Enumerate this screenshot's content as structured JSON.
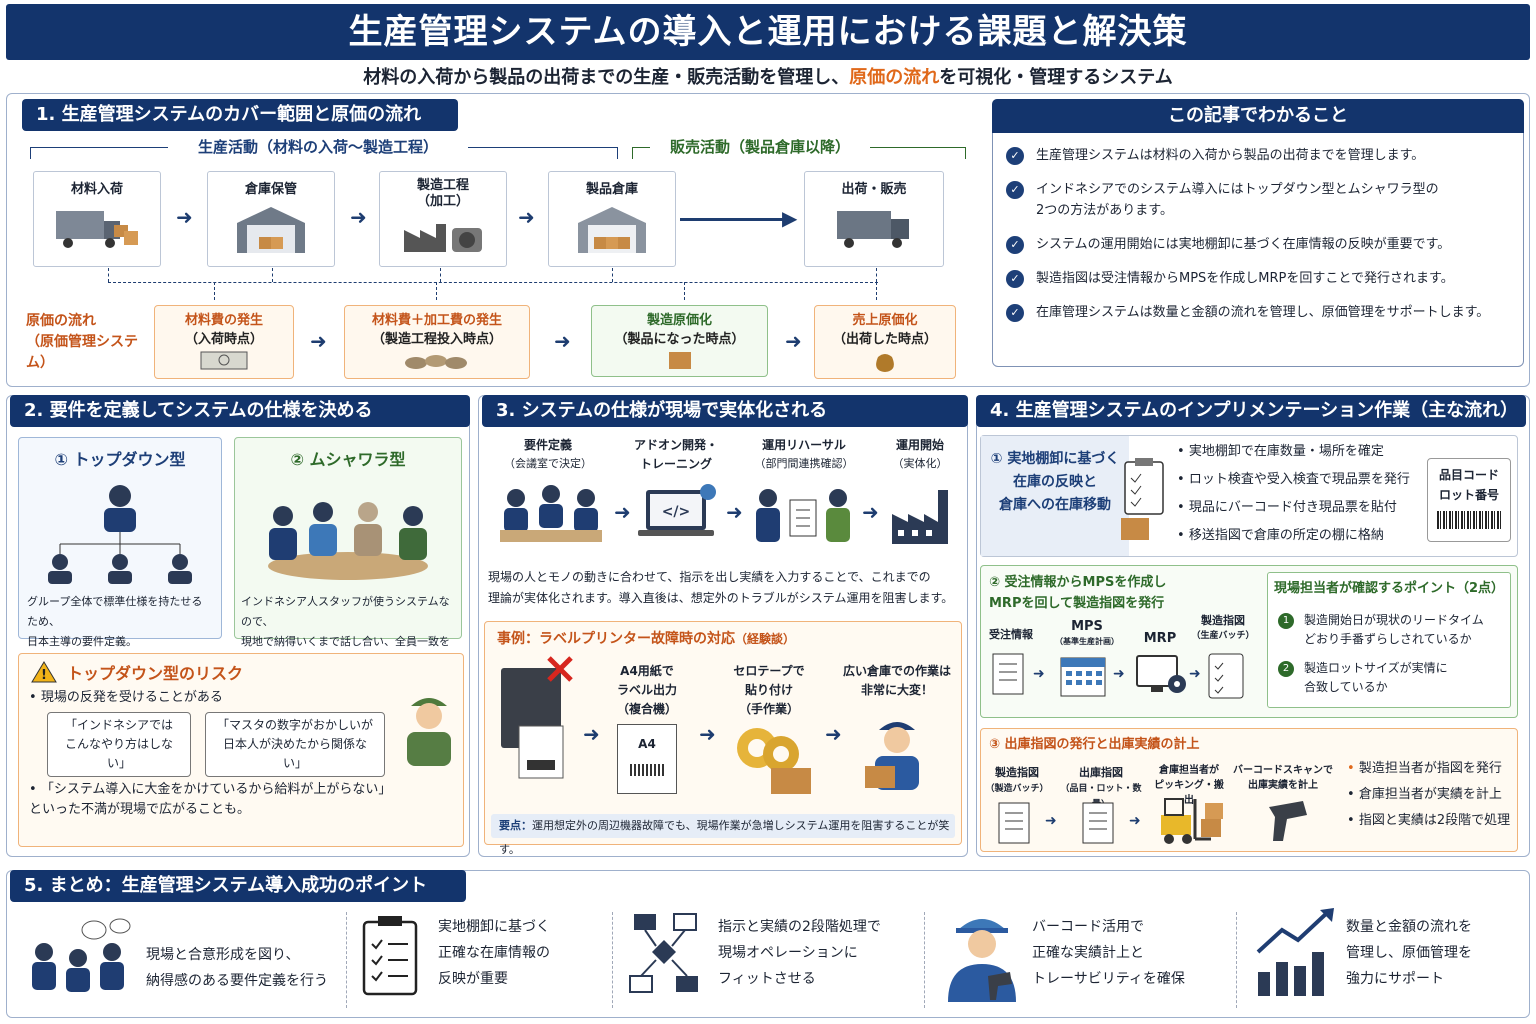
{
  "title": "生産管理システムの導入と運用における課題と解決策",
  "subtitle": {
    "pre": "材料の入荷から製品の出荷までの生産・販売活動を管理し、",
    "highlight": "原価の流れ",
    "post": "を可視化・管理するシステム"
  },
  "s1": {
    "header": "1. 生産管理システムのカバー範囲と原価の流れ",
    "prod_label": "生産活動（材料の入荷〜製造工程）",
    "sales_label": "販売活動（製品倉庫以降）",
    "stages": [
      {
        "label": "材料入荷"
      },
      {
        "label": "倉庫保管"
      },
      {
        "label": "製造工程\n（加工）"
      },
      {
        "label": "製品倉庫"
      },
      {
        "label": "出荷・販売"
      }
    ],
    "cost_label": "原価の流れ\n（原価管理システム）",
    "costs": [
      {
        "title": "材料費の発生",
        "sub": "（入荷時点）"
      },
      {
        "title": "材料費＋加工費の発生",
        "sub": "（製造工程投入時点）"
      },
      {
        "title": "製造原価化",
        "sub": "（製品になった時点）"
      },
      {
        "title": "売上原価化",
        "sub": "（出荷した時点）"
      }
    ]
  },
  "learn": {
    "header": "この記事でわかること",
    "items": [
      "生産管理システムは材料の入荷から製品の出荷までを管理します。",
      "インドネシアでのシステム導入にはトップダウン型とムシャワラ型の\n2つの方法があります。",
      "システムの運用開始には実地棚卸に基づく在庫情報の反映が重要です。",
      "製造指図は受注情報からMPSを作成しMRPを回すことで発行されます。",
      "在庫管理システムは数量と金額の流れを管理し、原価管理をサポートします。"
    ]
  },
  "s2": {
    "header": "2. 要件を定義してシステムの仕様を決める",
    "topdown": {
      "title": "① トップダウン型",
      "desc": "グループ全体で標準仕様を持たせるため、\n日本主導の要件定義。"
    },
    "musyawara": {
      "title": "② ムシャワラ型",
      "desc": "インドネシア人スタッフが使うシステムなので、\n現地で納得いくまで話し合い、全員一致を目指す。"
    },
    "risk": {
      "title": "トップダウン型のリスク",
      "b1": "現場の反発を受けることがある",
      "q1": "「インドネシアでは\nこんなやり方はしない」",
      "q2": "「マスタの数字がおかしいが\n日本人が決めたから関係ない」",
      "b2": "「システム導入に大金をかけているから給料が上がらない」\nといった不満が現場で広がることも。"
    }
  },
  "s3": {
    "header": "3. システムの仕様が現場で実体化される",
    "steps": [
      {
        "title": "要件定義",
        "sub": "（会議室で決定）"
      },
      {
        "title": "アドオン開発・\nトレーニング",
        "sub": ""
      },
      {
        "title": "運用リハーサル",
        "sub": "（部門間連携確認）"
      },
      {
        "title": "運用開始",
        "sub": "（実体化）"
      }
    ],
    "desc": "現場の人とモノの動きに合わせて、指示を出し実績を入力することで、これまでの\n理論が実体化されます。導入直後は、想定外のトラブルがシステム運用を阻害します。",
    "case": {
      "title": "事例：ラベルプリンター故障時の対応",
      "tag": "（経験談）",
      "items": [
        "A4用紙で\nラベル出力\n（複合機）",
        "セロテープで\n貼り付け\n（手作業）",
        "広い倉庫での作業は\n非常に大変！"
      ],
      "a4": "A4",
      "point_label": "要点：",
      "point": "運用想定外の周辺機器故障でも、現場作業が急増しシステム運用を阻害することが笑す。"
    }
  },
  "s4": {
    "header": "4. 生産管理システムのインプリメンテーション作業（主な流れ）",
    "b1": {
      "title": "① 実地棚卸に基づく\n在庫の反映と\n倉庫への在庫移動",
      "items": [
        "実地棚卸で在庫数量・場所を確定",
        "ロット検査や受入検査で現品票を発行",
        "現品にバーコード付き現品票を貼付",
        "移送指図で倉庫の所定の棚に格納"
      ],
      "tag": "品目コード\nロット番号"
    },
    "b2": {
      "title": "② 受注情報からMPSを作成し\nMRPを回して製造指図を発行",
      "labels": [
        {
          "t": "受注情報",
          "s": ""
        },
        {
          "t": "MPS",
          "s": "（基準生産計画）"
        },
        {
          "t": "MRP",
          "s": ""
        },
        {
          "t": "製造指図",
          "s": "（生産バッチ）"
        }
      ],
      "check_title": "現場担当者が確認するポイント（2点）",
      "checks": [
        "製造開始日が現状のリードタイム\nどおり手番ずらしされているか",
        "製造ロットサイズが実情に\n合致しているか"
      ]
    },
    "b3": {
      "title": "③ 出庫指図の発行と出庫実績の計上",
      "labels": [
        {
          "t": "製造指図",
          "s": "（製造バッチ）"
        },
        {
          "t": "出庫指図",
          "s": "（品目・ロット・数量）"
        },
        {
          "t": "倉庫担当者が\nピッキング・搬出",
          "s": ""
        },
        {
          "t": "バーコードスキャンで\n出庫実績を計上",
          "s": ""
        }
      ],
      "items": [
        "製造担当者が指図を発行",
        "倉庫担当者が実績を計上",
        "指図と実績は2段階で処理"
      ]
    }
  },
  "s5": {
    "header": "5. まとめ：生産管理システム導入成功のポイント",
    "items": [
      "現場と合意形成を図り、\n納得感のある要件定義を行う",
      "実地棚卸に基づく\n正確な在庫情報の\n反映が重要",
      "指示と実績の2段階処理で\n現場オペレーションに\nフィットさせる",
      "バーコード活用で\n正確な実績計上と\nトレーサビリティを確保",
      "数量と金額の流れを\n管理し、原価管理を\n強力にサポート"
    ]
  },
  "colors": {
    "navy": "#13346c",
    "orange": "#e0691b",
    "green": "#2e6a2a"
  }
}
